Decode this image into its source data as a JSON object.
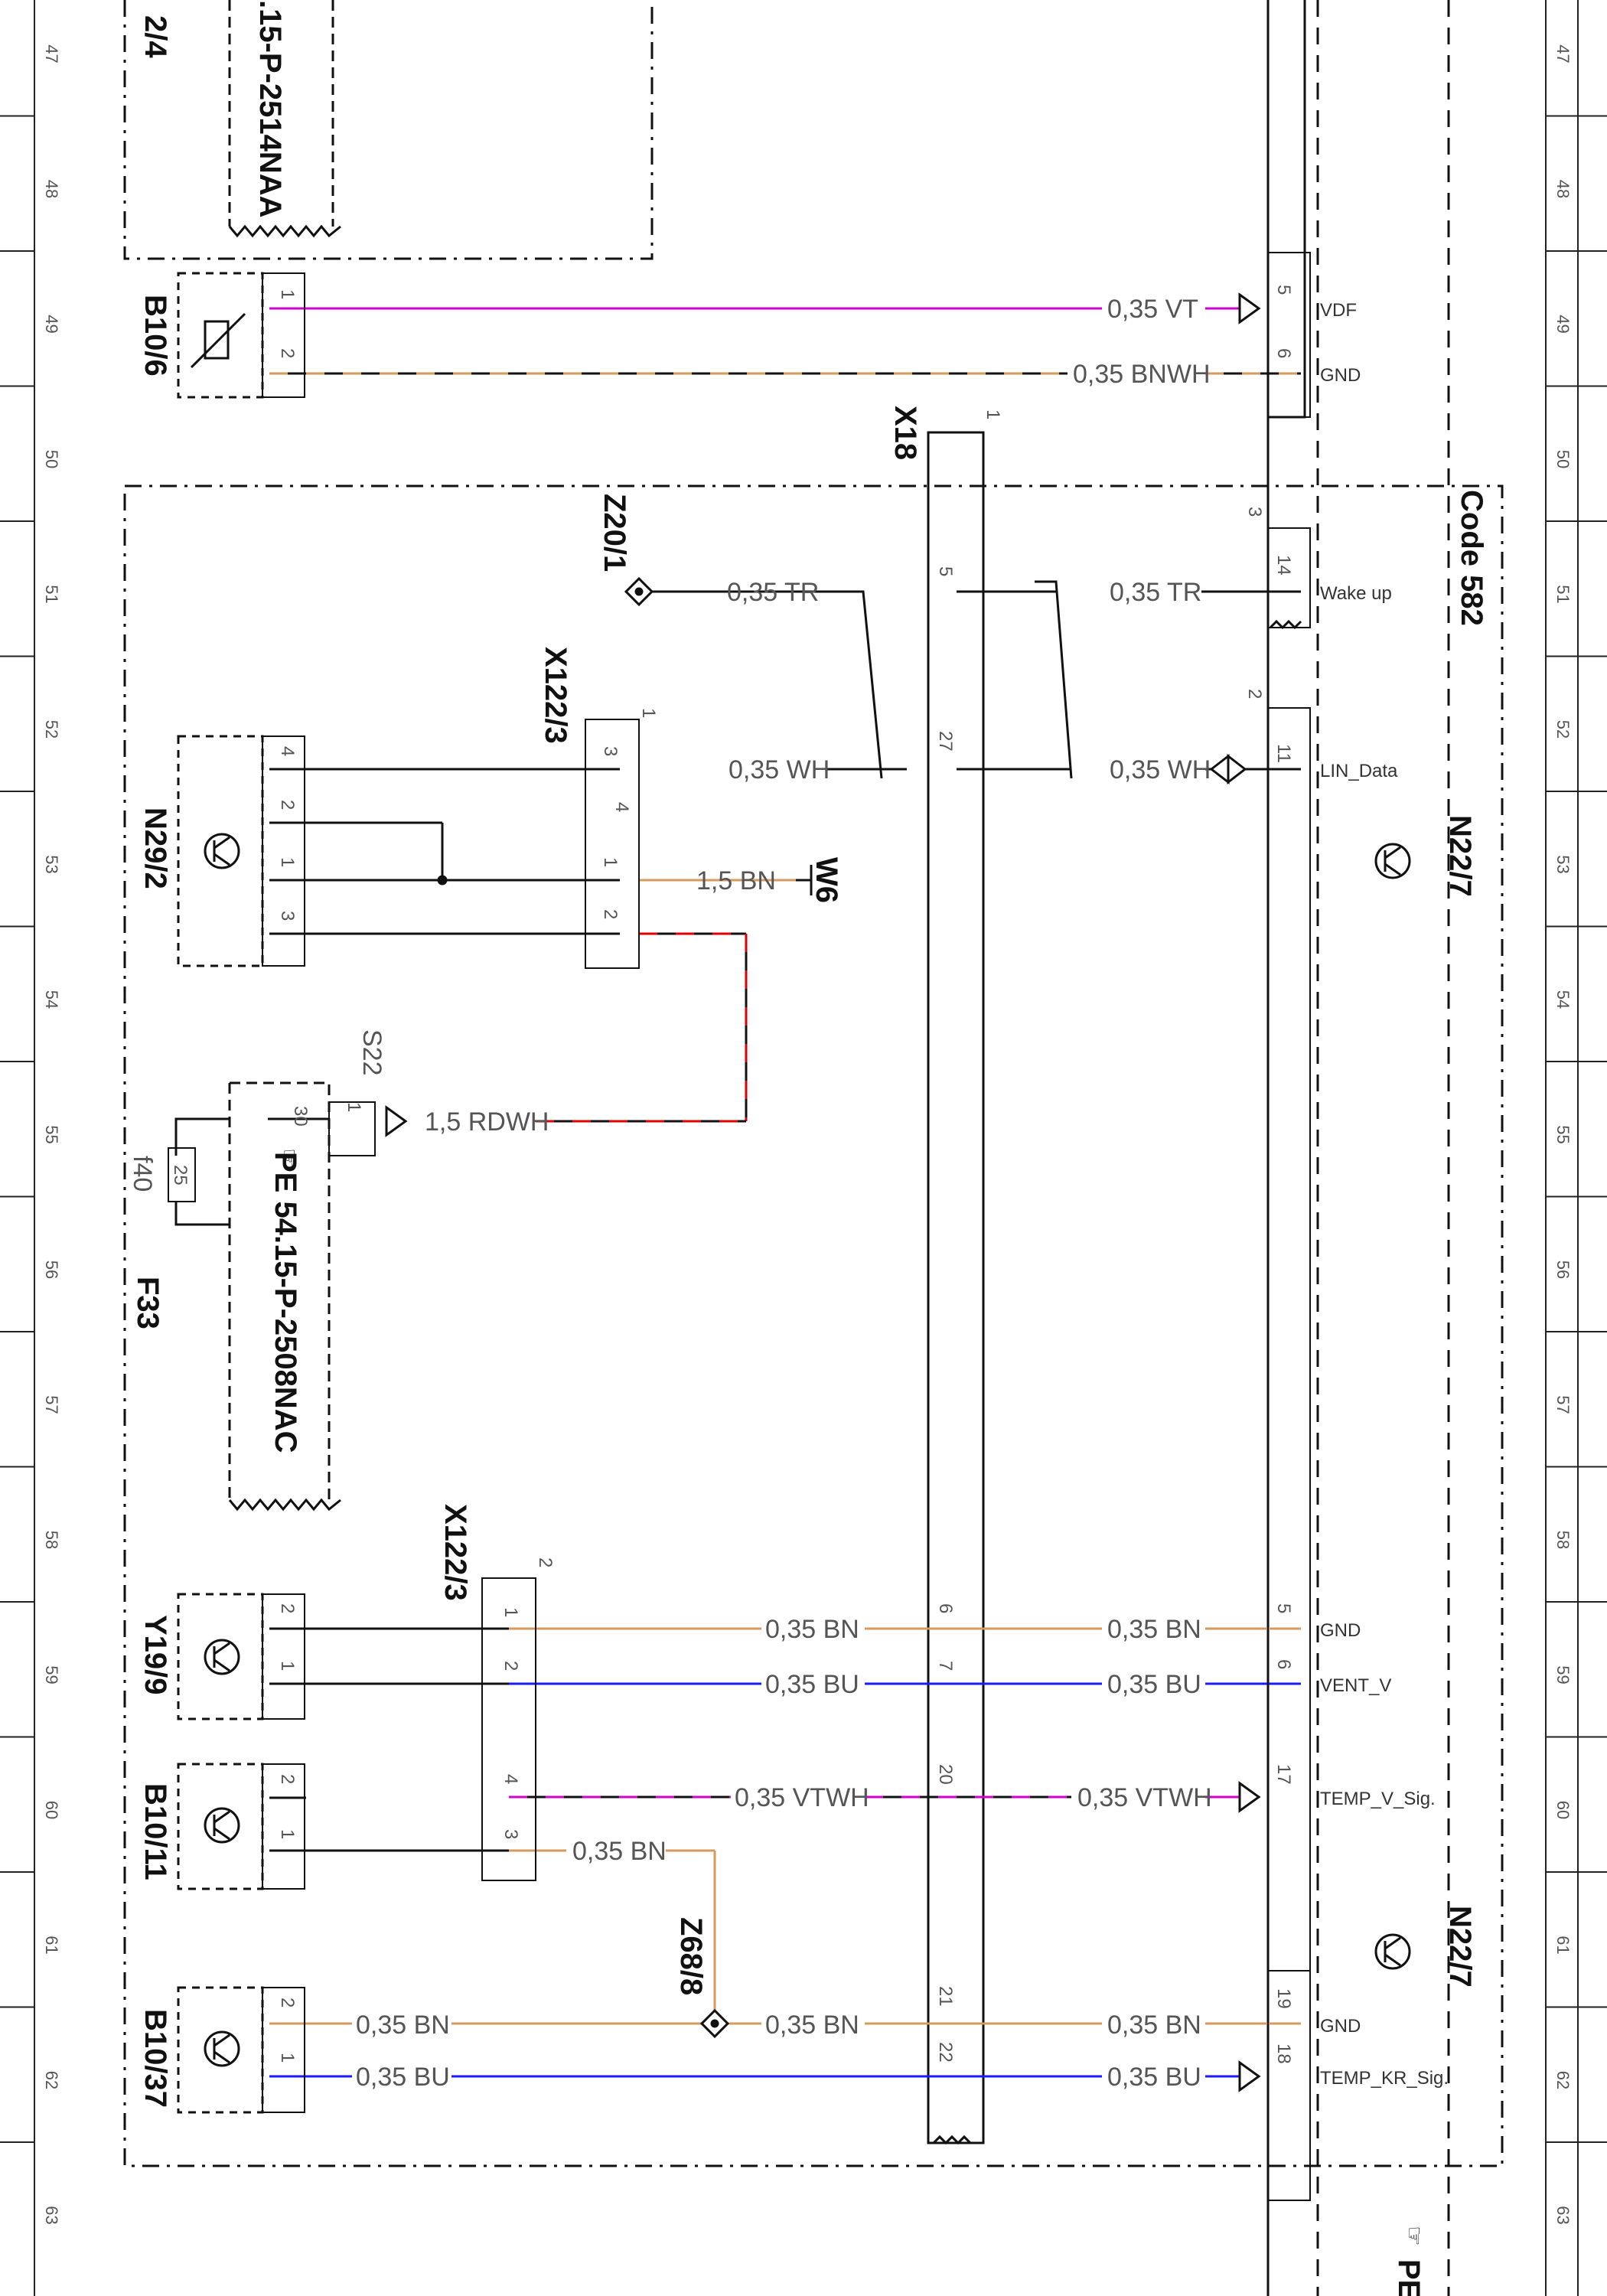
{
  "grid_rows": [
    "47",
    "48",
    "49",
    "50",
    "51",
    "52",
    "53",
    "54",
    "55",
    "56",
    "57",
    "58",
    "59",
    "60",
    "61",
    "62",
    "63"
  ],
  "components": {
    "top_ref_partial": "2/4",
    "top_doc_ref": ".15-P-2514NAA",
    "b10_6": "B10/6",
    "x18": "X18",
    "z20_1": "Z20/1",
    "x122_3_a": "X122/3",
    "n29_2": "N29/2",
    "w6": "W6",
    "s22": "S22",
    "f40": "f40",
    "fuse_rating": "25",
    "f33": "F33",
    "pe_ref": "PE 54.15-P-2508NAC",
    "pe_ref_bottom": "PE",
    "x122_3_b": "X122/3",
    "y19_9": "Y19/9",
    "b10_11": "B10/11",
    "b10_37": "B10/37",
    "z68_8": "Z68/8",
    "n22_7_a": "N22/7",
    "n22_7_b": "N22/7",
    "code": "Code 582"
  },
  "wires": {
    "w_vt": "0,35 VT",
    "w_bnwh_top": "0,35 BNWH",
    "w_tr_left": "0,35 TR",
    "w_tr_right": "0,35 TR",
    "w_wh_left": "0,35 WH",
    "w_wh_right": "0,35 WH",
    "w_bn_w6": "1,5 BN",
    "w_rdwh": "1,5 RDWH",
    "w_bn_58_left": "0,35 BN",
    "w_bn_58_right": "0,35 BN",
    "w_bu_58_left": "0,35 BU",
    "w_bu_58_right": "0,35 BU",
    "w_vtwh_left": "0,35 VTWH",
    "w_vtwh_right": "0,35 VTWH",
    "w_bn_60": "0,35 BN",
    "w_bn_61_a": "0,35 BN",
    "w_bn_61_b": "0,35 BN",
    "w_bn_61_c": "0,35 BN",
    "w_bu_62_a": "0,35 BU",
    "w_bu_62_b": "0,35 BU"
  },
  "signals": {
    "vdf": "VDF",
    "gnd_49": "GND",
    "wake": "Wake up",
    "lin": "LIN_Data",
    "gnd_58": "GND",
    "vent": "VENT_V",
    "temp_v": "TEMP_V_Sig.",
    "gnd_61": "GND",
    "temp_kr": "TEMP_KR_Sig."
  },
  "pins": {
    "b10_6_1": "1",
    "b10_6_2": "2",
    "n22_vdf": "5",
    "n22_gnd49": "6",
    "x18_block": "1",
    "x18_5": "5",
    "x18_27": "27",
    "n22_conn3": "3",
    "n22_wake": "14",
    "n22_conn2": "2",
    "n22_lin": "11",
    "x122a_block": "1",
    "x122a_3": "3",
    "x122a_4": "4",
    "x122a_1": "1",
    "x122a_2": "2",
    "n29_4": "4",
    "n29_2": "2",
    "n29_1": "1",
    "n29_3": "3",
    "s22_pin": "1",
    "f33_30": "30",
    "x122b_block": "2",
    "x122b_1": "1",
    "x122b_2": "2",
    "x122b_4": "4",
    "x122b_3": "3",
    "y19_2": "2",
    "y19_1": "1",
    "b10_11_2": "2",
    "b10_11_1": "1",
    "b10_37_2": "2",
    "b10_37_1": "1",
    "x18_6": "6",
    "x18_7": "7",
    "x18_20": "20",
    "x18_21": "21",
    "x18_22": "22",
    "n22_gnd58": "5",
    "n22_vent": "6",
    "n22_tempv": "17",
    "n22_gnd61": "19",
    "n22_tempkr": "18"
  },
  "colors": {
    "violet": "#d000d0",
    "brown": "#d49a5e",
    "blue": "#1a1aff",
    "red": "#e00000",
    "black": "#111111"
  }
}
